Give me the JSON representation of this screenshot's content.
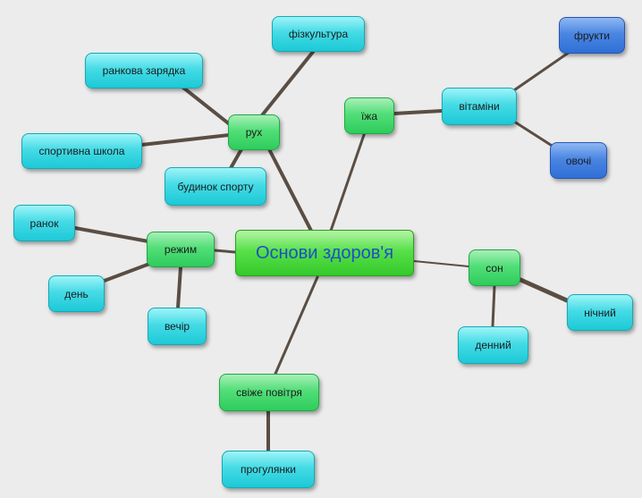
{
  "center": "Основи здоров'я",
  "nodes": {
    "rukh": "рух",
    "fizkultura": "фізкультура",
    "rankova_zaryadka": "ранкова зарядка",
    "sportyvna_shkola": "спортивна школа",
    "budynok_sportu": "будинок спорту",
    "izha": "їжа",
    "vitaminy": "вітаміни",
    "frukty": "фрукти",
    "ovochi": "овочі",
    "rezhym": "режим",
    "ranok": "ранок",
    "den": "день",
    "vechir": "вечір",
    "son": "сон",
    "nichnyi": "нічний",
    "dennyi": "денний",
    "svizhe_povitrya": "свіже повітря",
    "progulyanky": "прогулянки"
  },
  "colors": {
    "background": "#ececec",
    "line": "#5a4e44",
    "center_text": "#1f4fc4"
  }
}
